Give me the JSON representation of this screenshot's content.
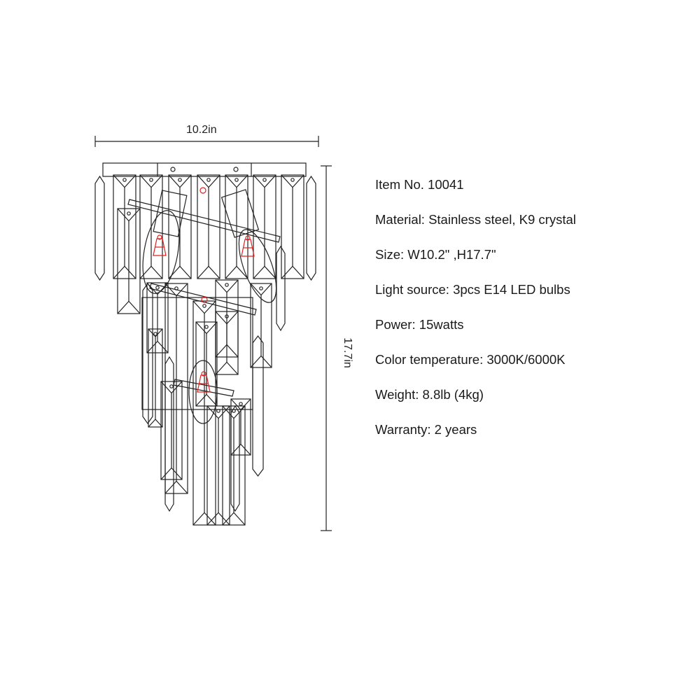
{
  "dimensions": {
    "width_label": "10.2in",
    "height_label": "17.7in"
  },
  "specs": [
    "Item No. 10041",
    "Material: Stainless steel, K9 crystal",
    "Size: W10.2\" ,H17.7\"",
    "Light source: 3pcs E14 LED bulbs",
    "Power: 15watts",
    "Color temperature: 3000K/6000K",
    "Weight: 8.8lb (4kg)",
    "Warranty: 2 years"
  ],
  "colors": {
    "line": "#222222",
    "bulb": "#e0201e"
  }
}
